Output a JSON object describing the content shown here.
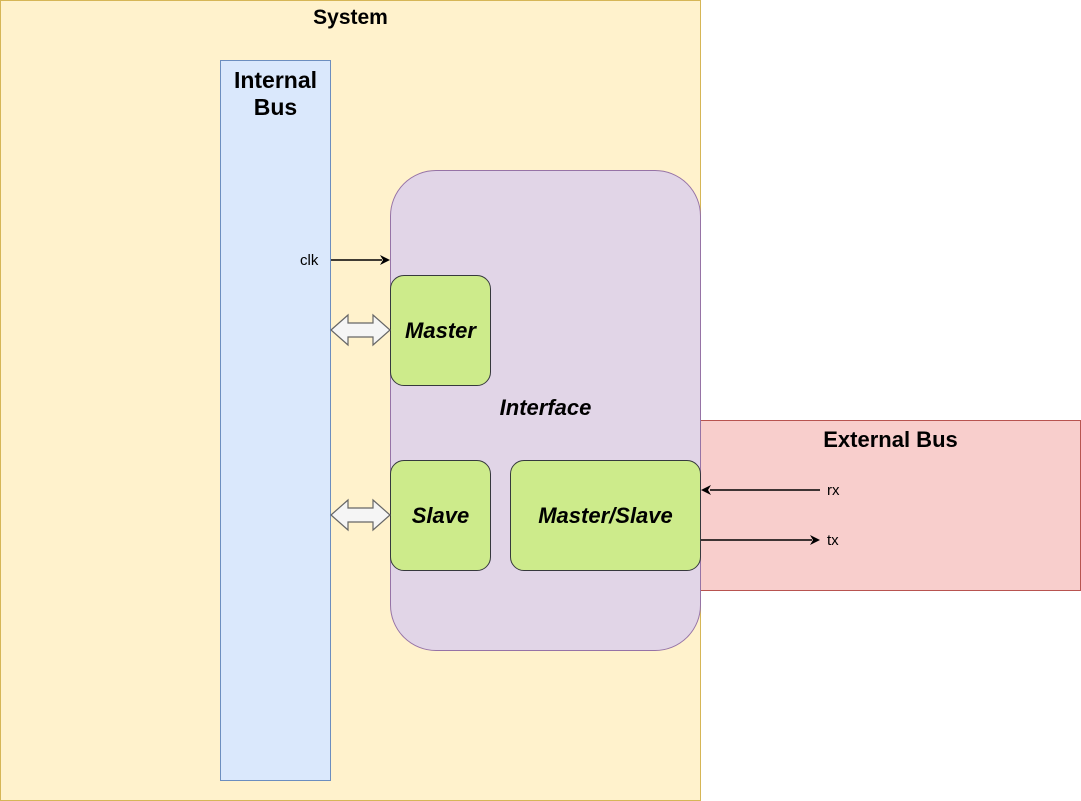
{
  "diagram": {
    "system_label": "System",
    "internal_bus_label": "Internal Bus",
    "interface_label": "Interface",
    "master_label": "Master",
    "slave_label": "Slave",
    "master_slave_label": "Master/Slave",
    "external_bus_label": "External Bus",
    "signals": {
      "clk": "clk",
      "rx": "rx",
      "tx": "tx"
    }
  },
  "colors": {
    "system_fill": "#fff2cc",
    "internal_bus_fill": "#dae8fc",
    "interface_fill": "#e1d5e7",
    "module_fill": "#cdeb8b",
    "external_bus_fill": "#f8cecc"
  }
}
